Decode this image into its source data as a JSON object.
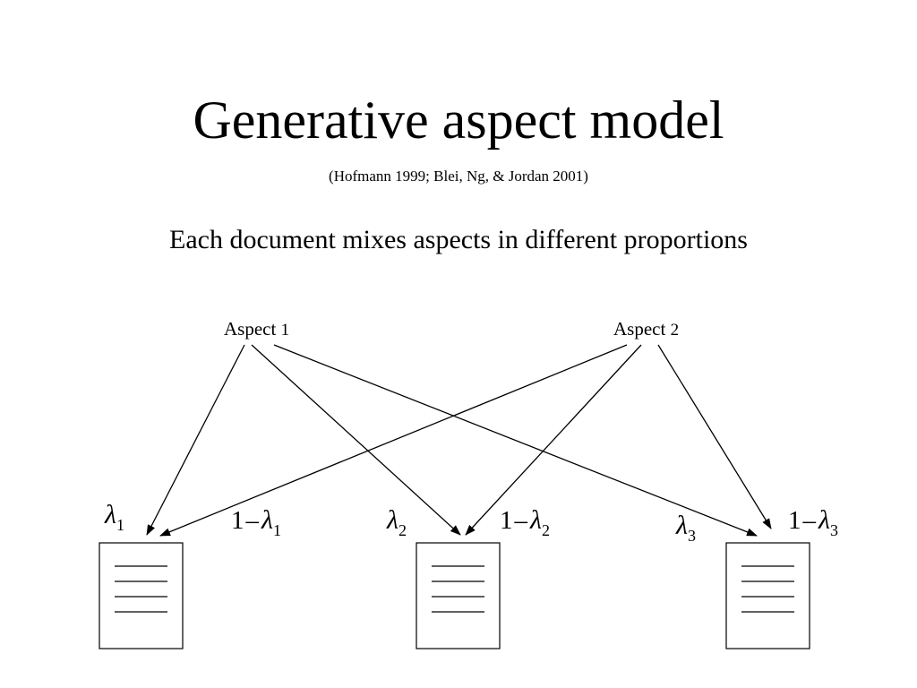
{
  "slide": {
    "title": "Generative aspect model",
    "citation": "(Hofmann 1999; Blei, Ng, & Jordan 2001)",
    "subtitle": "Each document mixes aspects in different proportions"
  },
  "aspects": [
    {
      "word": "Aspect",
      "index": "1"
    },
    {
      "word": "Aspect",
      "index": "2"
    }
  ],
  "weights": {
    "doc1_aspect1": {
      "symbol": "λ",
      "sub": "1"
    },
    "doc1_aspect2": {
      "one": "1",
      "minus": "–",
      "symbol": "λ",
      "sub": "1"
    },
    "doc2_aspect1": {
      "symbol": "λ",
      "sub": "2"
    },
    "doc2_aspect2": {
      "one": "1",
      "minus": "–",
      "symbol": "λ",
      "sub": "2"
    },
    "doc3_aspect1": {
      "symbol": "λ",
      "sub": "3"
    },
    "doc3_aspect2": {
      "one": "1",
      "minus": "–",
      "symbol": "λ",
      "sub": "3"
    }
  }
}
